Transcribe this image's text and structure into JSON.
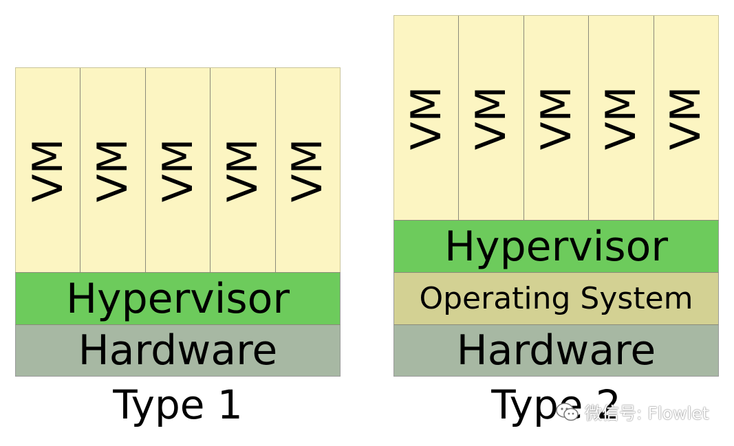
{
  "colors": {
    "vm_fill": "#fcf5c2",
    "hypervisor_fill": "#6dcb5c",
    "os_fill": "#d3d193",
    "hardware_fill": "#a7b8a3"
  },
  "type1": {
    "vms": [
      "VM",
      "VM",
      "VM",
      "VM",
      "VM"
    ],
    "hypervisor": "Hypervisor",
    "hardware": "Hardware",
    "caption": "Type 1"
  },
  "type2": {
    "vms": [
      "VM",
      "VM",
      "VM",
      "VM",
      "VM"
    ],
    "hypervisor": "Hypervisor",
    "operating_system": "Operating System",
    "hardware": "Hardware",
    "caption": "Type 2"
  },
  "watermark": {
    "text": "微信号: Flowlet",
    "icon": "wechat-icon"
  }
}
